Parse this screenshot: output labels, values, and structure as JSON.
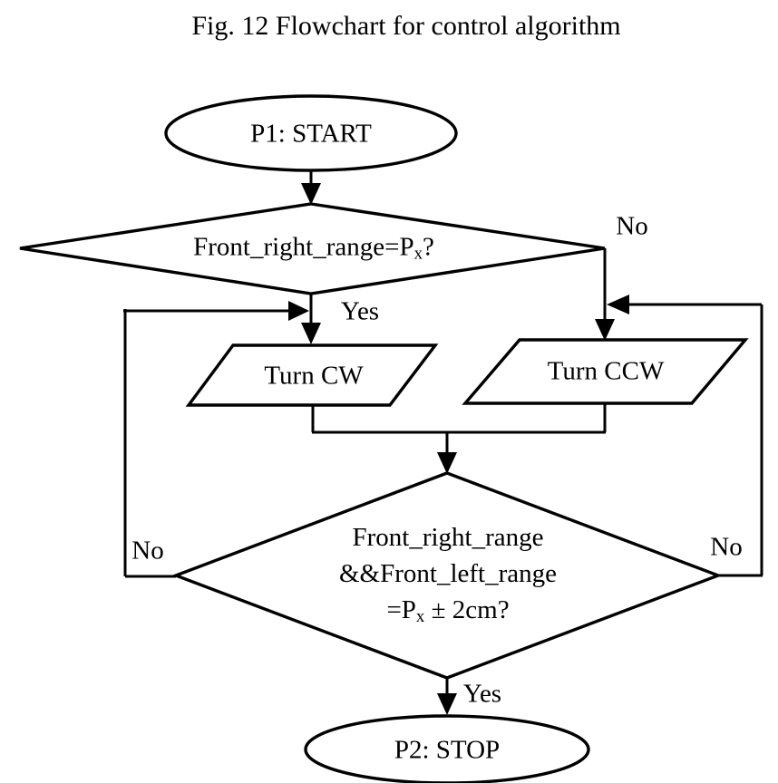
{
  "figure": {
    "title": "Fig. 12 Flowchart for control algorithm"
  },
  "flowchart": {
    "nodes": {
      "start": {
        "type": "terminator",
        "label": "P1: START"
      },
      "decision1": {
        "type": "decision",
        "label_before_sub": "Front_right_range=P",
        "label_sub": "x",
        "label_after_sub": "?"
      },
      "turn_cw": {
        "type": "io-parallelogram",
        "label": "Turn CW"
      },
      "turn_ccw": {
        "type": "io-parallelogram",
        "label": "Turn CCW"
      },
      "decision2": {
        "type": "decision",
        "line1": "Front_right_range",
        "line2": "&&Front_left_range",
        "line3_before_sub": "=P",
        "line3_sub": "x",
        "line3_after_sub": " ± 2cm?"
      },
      "stop": {
        "type": "terminator",
        "label": "P2: STOP"
      }
    },
    "edge_labels": {
      "decision1_no": "No",
      "decision1_yes": "Yes",
      "decision2_no_left": "No",
      "decision2_no_right": "No",
      "decision2_yes": "Yes"
    }
  },
  "colors": {
    "stroke": "#000000",
    "background": "#ffffff"
  }
}
